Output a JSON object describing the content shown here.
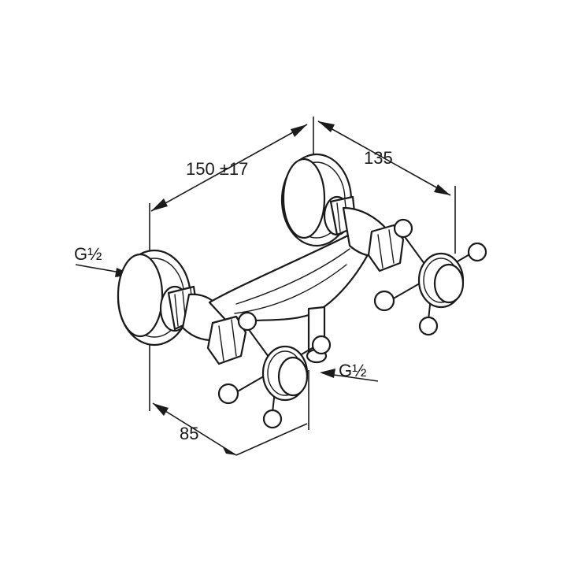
{
  "dimensions": {
    "width_label": "150 ±17",
    "depth_label": "135",
    "offset_label": "85"
  },
  "connections": {
    "left_label": "G½",
    "bottom_label": "G½"
  }
}
